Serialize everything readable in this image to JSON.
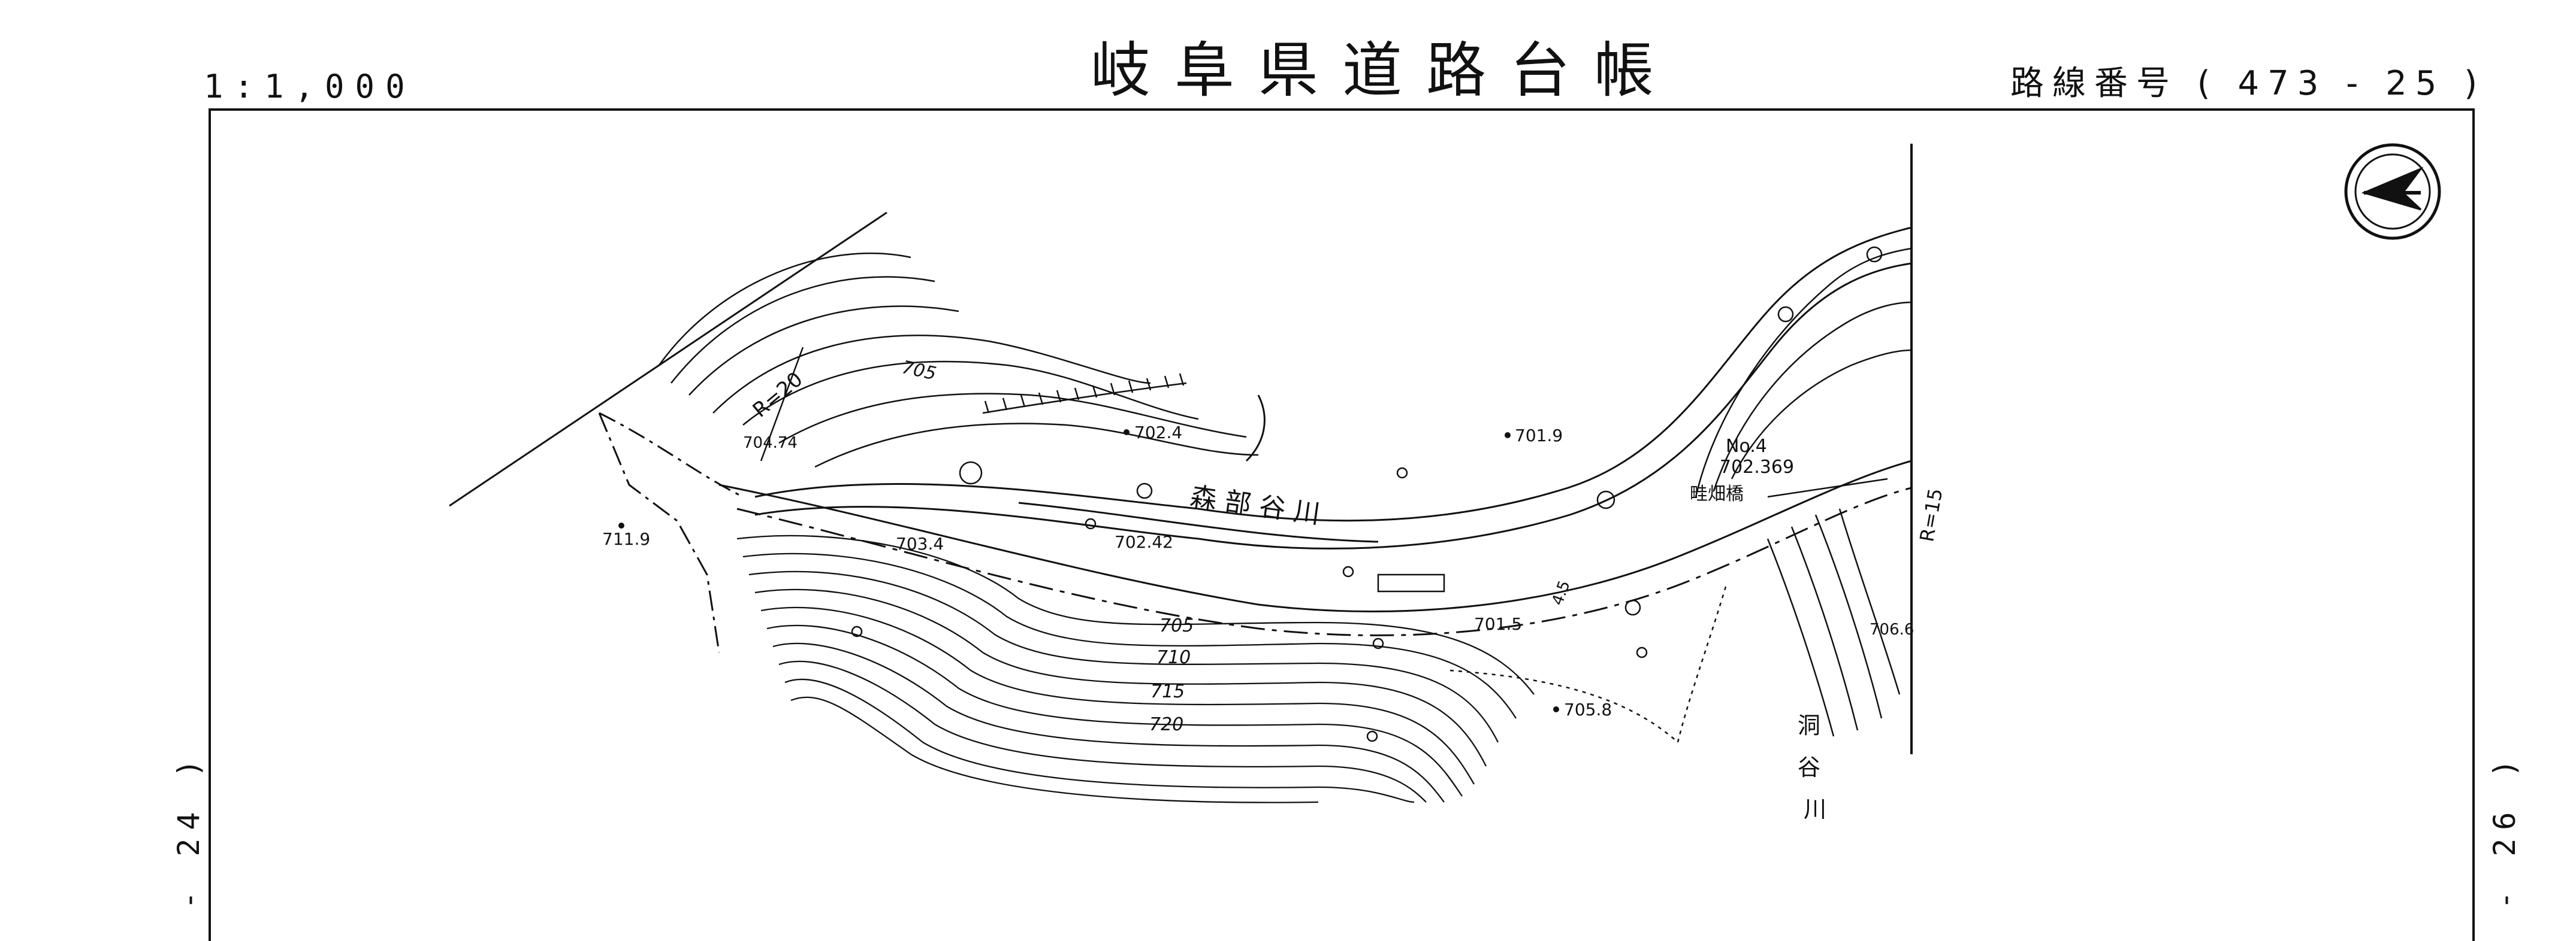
{
  "header": {
    "scale": "1:1,000",
    "title": "岐阜県道路台帳",
    "route_number": "路線番号 ( 473 - 25 )"
  },
  "sheet_links": {
    "left": "- 24 )",
    "right": "- 26 )"
  },
  "labels": {
    "river_main": "森 部 谷 川",
    "river_side_1": "洞",
    "river_side_2": "谷",
    "river_side_3": "川",
    "bridge": "畦畑橋",
    "station": "No.4",
    "station_elev": "702.369",
    "radius_left": "R=20",
    "radius_right": "R=15",
    "elev_702_4": "702.4",
    "elev_701_9": "701.9",
    "elev_704_74": "704.74",
    "elev_711_9": "711.9",
    "elev_703_4": "703.4",
    "elev_702_42": "702.42",
    "elev_701_5": "701.5",
    "elev_705_8": "705.8",
    "elev_706_6": "706.6",
    "contour_705a": "705",
    "contour_705b": "705",
    "contour_710": "710",
    "contour_715": "715",
    "contour_720": "720",
    "road_width": "4.5"
  },
  "colors": {
    "ink": "#111111",
    "paper": "#ffffff"
  },
  "icons": {
    "north_arrow": "north-arrow-icon"
  }
}
